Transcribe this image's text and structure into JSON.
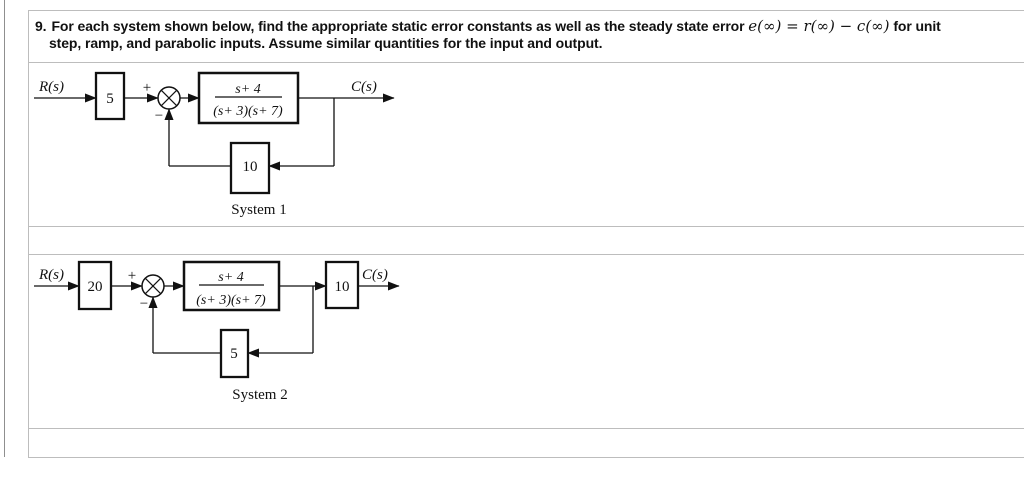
{
  "header": {
    "number": "9.",
    "text_before_math": "For each system shown below, find the appropriate static error constants as well as the steady state error ",
    "math": "e(∞) = r(∞) − c(∞)",
    "text_after_math": " for unit",
    "line2": "step, ramp, and parabolic inputs. Assume similar quantities for the input and output."
  },
  "system1": {
    "input_label": "R(s)",
    "pre_gain": "5",
    "sum_plus": "+",
    "sum_minus": "−",
    "tf_numerator": "s+ 4",
    "tf_denominator": "(s+ 3)(s+ 7)",
    "feedback_gain": "10",
    "output_label": "C(s)",
    "caption": "System 1"
  },
  "system2": {
    "input_label": "R(s)",
    "pre_gain": "20",
    "sum_plus": "+",
    "sum_minus": "−",
    "tf_numerator": "s+ 4",
    "tf_denominator": "(s+ 3)(s+ 7)",
    "post_gain": "10",
    "feedback_gain": "5",
    "output_label": "C(s)",
    "caption": "System 2"
  }
}
